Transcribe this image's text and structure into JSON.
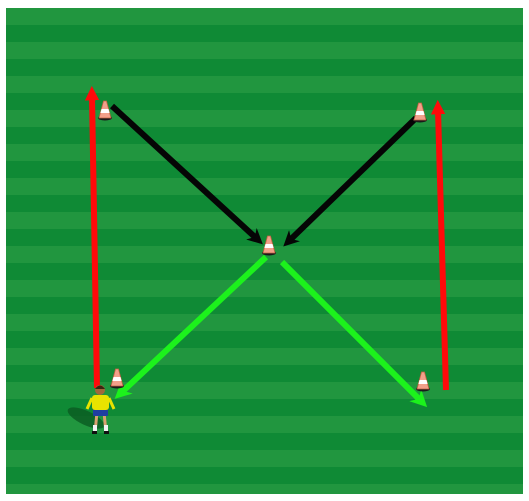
{
  "pitch": {
    "stripe_light": "#21963f",
    "stripe_dark": "#0f8a35",
    "border": "#ffffff"
  },
  "cones": [
    {
      "id": "top-left"
    },
    {
      "id": "top-right"
    },
    {
      "id": "center"
    },
    {
      "id": "bottom-left"
    },
    {
      "id": "bottom-right"
    }
  ],
  "arrows": [
    {
      "id": "run-up-left",
      "kind": "run",
      "color": "#ff0a0a"
    },
    {
      "id": "run-up-right",
      "kind": "run",
      "color": "#ff0a0a"
    },
    {
      "id": "pass-top-left-to-center",
      "kind": "pass",
      "color": "#050505"
    },
    {
      "id": "pass-top-right-to-center",
      "kind": "pass",
      "color": "#050505"
    },
    {
      "id": "pass-center-to-bottom-left",
      "kind": "dribble",
      "color": "#1cf21c"
    },
    {
      "id": "pass-center-to-bottom-right",
      "kind": "dribble",
      "color": "#1cf21c"
    }
  ],
  "player": {
    "shirt_color": "#e8e300",
    "shorts_color": "#1f3fa0"
  }
}
